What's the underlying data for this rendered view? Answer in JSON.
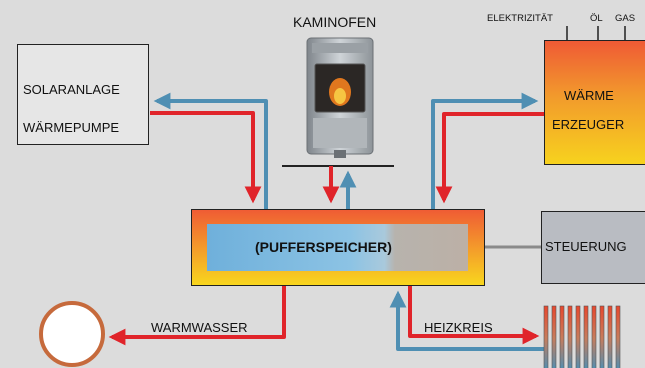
{
  "labels": {
    "kaminofen": "KAMINOFEN",
    "elektrizitaet": "ELEKTRIZITÄT",
    "oel": "ÖL",
    "gas": "GAS",
    "solar_line1": "SOLARANLAGE",
    "solar_line2": "WÄRMEPUMPE",
    "waerme_line1": "WÄRME",
    "waerme_line2": "ERZEUGER",
    "puffer": "(PUFFERSPEICHER)",
    "steuerung": "STEUERUNG",
    "warmwasser": "WARMWASSER",
    "heizkreis": "HEIZKREIS"
  },
  "colors": {
    "background": "#dcdcdc",
    "hot_pipe": "#e0242a",
    "cold_pipe": "#4f8fb3",
    "control_line": "#8a8a8a"
  }
}
